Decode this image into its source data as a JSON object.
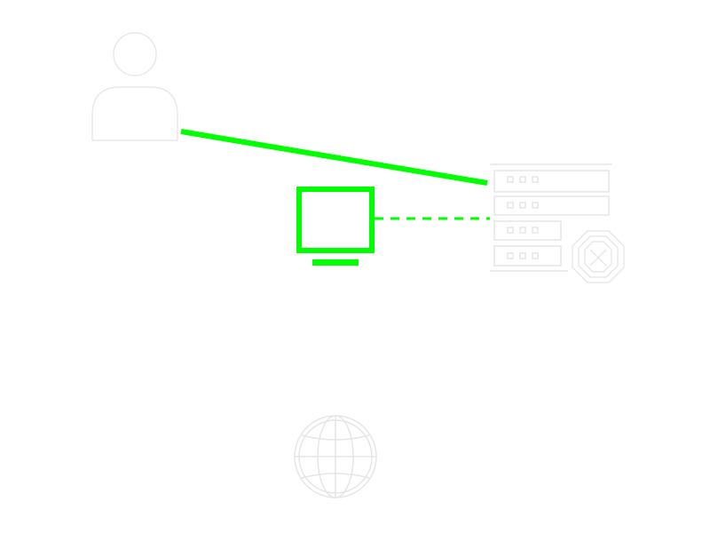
{
  "diagram": {
    "nodes": [
      {
        "id": "user",
        "icon": "user-icon"
      },
      {
        "id": "workstation",
        "icon": "monitor-icon"
      },
      {
        "id": "server-rack",
        "icon": "server-rack-icon"
      },
      {
        "id": "error-badge",
        "icon": "error-badge-icon"
      },
      {
        "id": "internet",
        "icon": "globe-icon"
      }
    ],
    "links": [
      {
        "from": "user",
        "to": "server-rack",
        "style": "solid"
      },
      {
        "from": "workstation",
        "to": "server-rack",
        "style": "dashed"
      }
    ]
  },
  "colors": {
    "background": "#ffffff",
    "active": "#00ff00",
    "faint": "#e6e6e6"
  }
}
